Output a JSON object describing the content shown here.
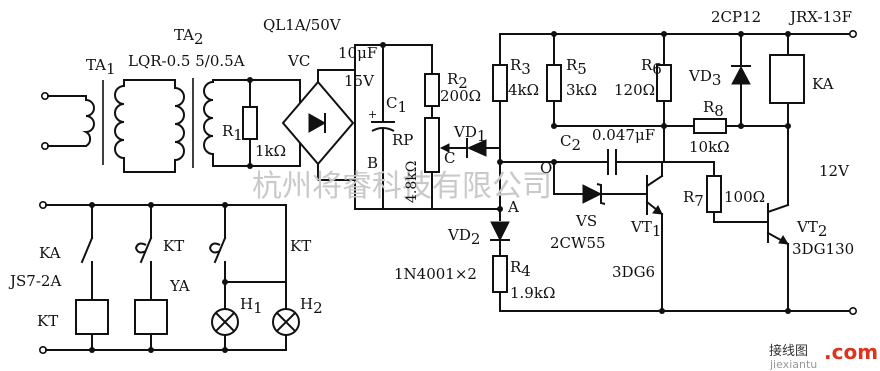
{
  "labels": {
    "ta2": "TA",
    "ta2_sub": "2",
    "ql1a": "QL1A/50V",
    "c_10uf": "10μF",
    "v15": "15V",
    "ta1": "TA",
    "ta1_sub": "1",
    "lqr": "LQR-0.5 5/0.5A",
    "vc": "VC",
    "r1": "R",
    "r1_sub": "1",
    "r1_val": "1kΩ",
    "c1": "C",
    "c1_sub": "1",
    "b": "B",
    "rp": "RP",
    "rp_val": "4.8kΩ",
    "c_node": "C",
    "vd1": "VD",
    "vd1_sub": "1",
    "r2": "R",
    "r2_sub": "2",
    "r2_val": "200Ω",
    "r3": "R",
    "r3_sub": "3",
    "r3_val": "4kΩ",
    "r5": "R",
    "r5_sub": "5",
    "r5_val": "3kΩ",
    "r6": "R",
    "r6_sub": "6",
    "r6_val": "120Ω",
    "vd3": "VD",
    "vd3_sub": "3",
    "r8": "R",
    "r8_sub": "8",
    "r8_val": "10kΩ",
    "cp12": "2CP12",
    "jrx": "JRX-13F",
    "ka_coil": "KA",
    "c2": "C",
    "c2_sub": "2",
    "c2_val": "0.047μF",
    "o_node": "O",
    "a_node": "A",
    "vs": "VS",
    "vs_part": "2CW55",
    "vt1": "VT",
    "vt1_sub": "1",
    "vt1_part": "3DG6",
    "r7": "R",
    "r7_sub": "7",
    "r7_val": "100Ω",
    "v12": "12V",
    "vt2": "VT",
    "vt2_sub": "2",
    "vt2_part": "3DG130",
    "vd2": "VD",
    "vd2_sub": "2",
    "diode_part": "1N4001×2",
    "r4": "R",
    "r4_sub": "4",
    "r4_val": "1.9kΩ",
    "ka_contact": "KA",
    "js7": "JS7-2A",
    "kt_coil": "KT",
    "kt1": "KT",
    "ya": "YA",
    "kt2": "KT",
    "h1": "H",
    "h1_sub": "1",
    "h2": "H",
    "h2_sub": "2"
  },
  "watermark": {
    "company": "杭州将睿科技有限公司",
    "site_cn": "接线图",
    "site_com": ".com",
    "site_url": "jiexiantu"
  }
}
